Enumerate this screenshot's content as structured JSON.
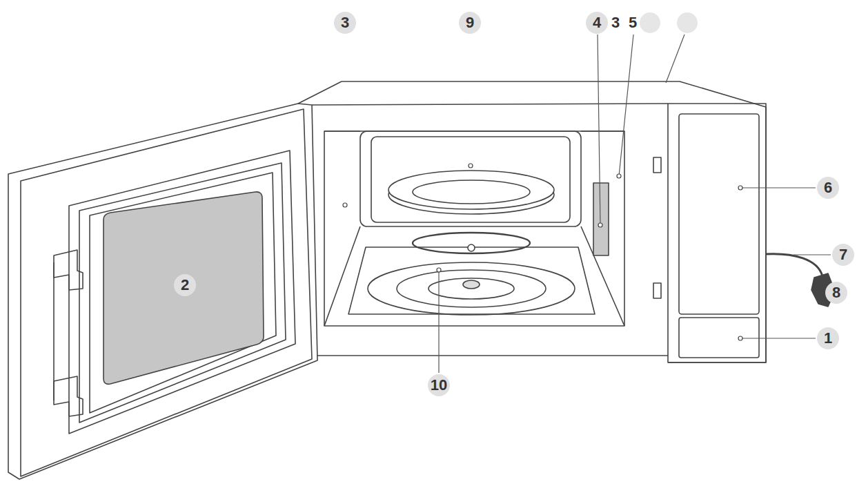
{
  "diagram": {
    "labels": [
      "3",
      "9",
      "4",
      "3",
      "5",
      "6",
      "7",
      "8",
      "2",
      "1",
      "10"
    ]
  }
}
